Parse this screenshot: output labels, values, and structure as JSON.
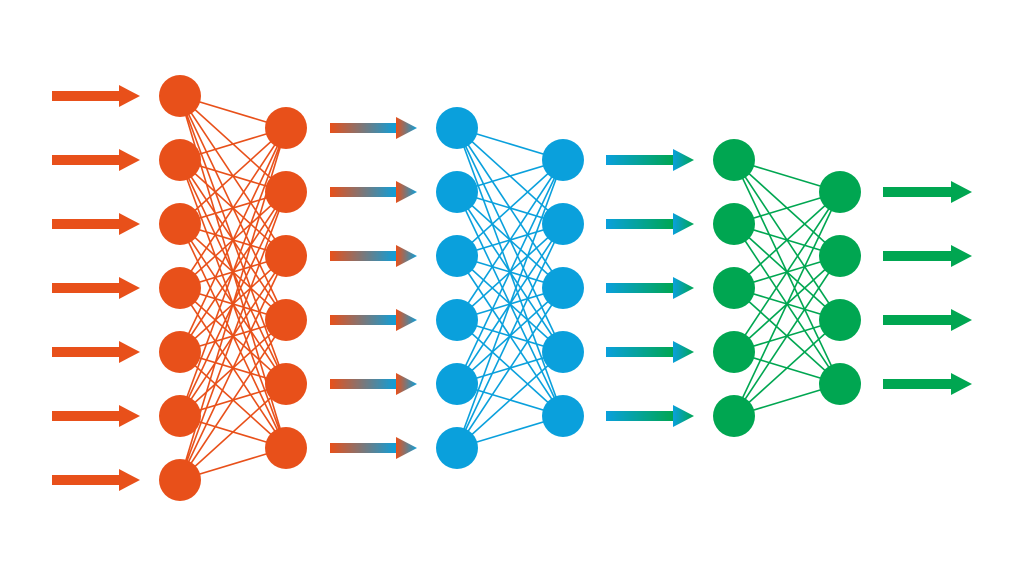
{
  "diagram": {
    "stages": [
      {
        "color": "#E8501A",
        "layers": [
          7,
          6
        ]
      },
      {
        "color": "#0AA0DC",
        "layers": [
          6,
          5
        ]
      },
      {
        "color": "#00A651",
        "layers": [
          5,
          4
        ]
      }
    ],
    "fully_connected": true
  }
}
